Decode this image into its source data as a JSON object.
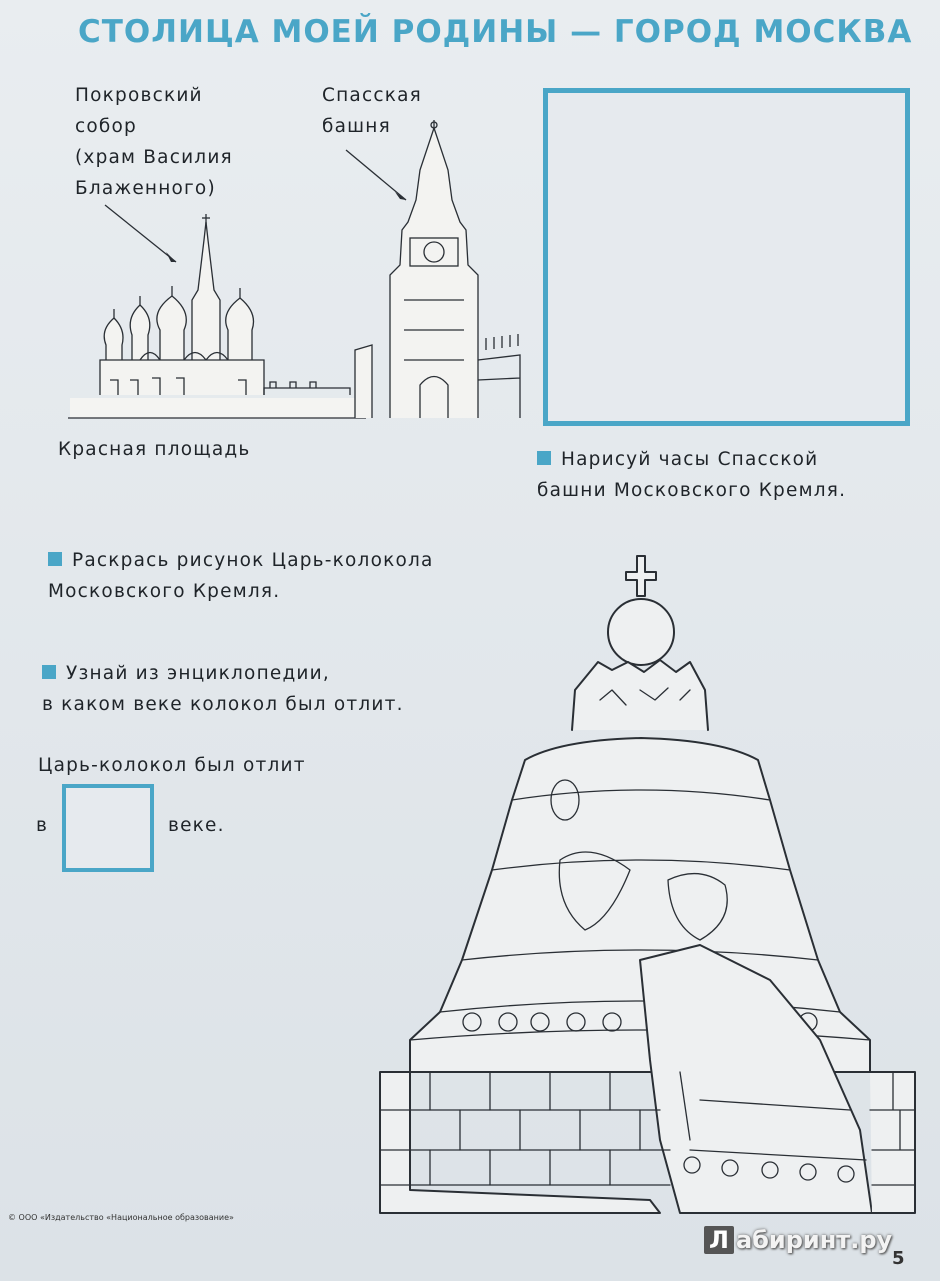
{
  "page": {
    "title": "СТОЛИЦА МОЕЙ РОДИНЫ — ГОРОД МОСКВА",
    "label_pokrovsky": [
      "Покровский",
      "собор",
      "(храм  Василия",
      "Блаженного)"
    ],
    "label_spasskaya": [
      "Спасская",
      "башня"
    ],
    "caption_red_square": "Красная  площадь",
    "task_draw_clock": [
      "Нарисуй  часы  Спасской",
      "башни  Московского  Кремля."
    ],
    "task_color_bell": [
      "Раскрась  рисунок  Царь-колокола",
      "Московского  Кремля."
    ],
    "task_encyclopedia": [
      "Узнай  из  энциклопедии,",
      "в  каком  веке  колокол  был  отлит."
    ],
    "answer_line": "Царь-колокол  был  отлит",
    "answer_prefix": "в",
    "answer_suffix": "веке.",
    "century_value": "",
    "footer": "© ООО «Издательство «Национальное образование»",
    "page_number": "5",
    "watermark_letter": "Л",
    "watermark": "абиринт.ру"
  },
  "colors": {
    "accent": "#4aa6c7",
    "ink": "#1f2429",
    "paper": "#e6eaee"
  },
  "icons": [
    "bullet-square",
    "saint-basils-cathedral-illustration",
    "spasskaya-tower-illustration",
    "tsar-bell-illustration"
  ]
}
